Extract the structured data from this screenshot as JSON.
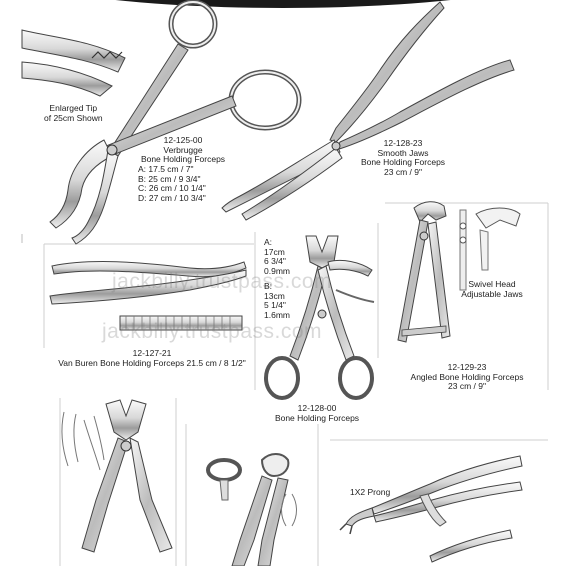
{
  "tip_note": {
    "line1": "Enlarged Tip",
    "line2": "of 25cm Shown"
  },
  "verbrugge": {
    "code": "12-125-00",
    "name1": "Verbrugge",
    "name2": "Bone Holding Forceps",
    "sizes": [
      "A: 17.5 cm  /    7\"",
      "B: 25 cm  /  9 3/4\"",
      "C: 26 cm / 10 1/4\"",
      "D: 27 cm / 10 3/4\""
    ]
  },
  "smooth_jaws": {
    "code": "12-128-23",
    "name1": "Smooth Jaws",
    "name2": "Bone Holding Forceps",
    "size": "23 cm  /  9\""
  },
  "van_buren": {
    "code": "12-127-21",
    "name": "Van Buren Bone Holding Forceps  21.5 cm / 8 1/2\""
  },
  "bone_holding": {
    "code": "12-128-00",
    "name": "Bone Holding Forceps",
    "size_a": [
      "A:",
      "17cm",
      "6 3/4\"",
      "0.9mm"
    ],
    "size_b": [
      "B:",
      "13cm",
      "5 1/4\"",
      "1.6mm"
    ]
  },
  "angled": {
    "code": "12-129-23",
    "name": "Angled Bone Holding Forceps",
    "size": "23 cm / 9\"",
    "swivel1": "Swivel Head",
    "swivel2": "Adjustable Jaws"
  },
  "prong": {
    "label": "1X2 Prong"
  },
  "watermark": {
    "line1": "jackbilly.trustpass.com",
    "line2": "jackbilly.trustpass.com"
  },
  "colors": {
    "steel_light": "#f4f4f4",
    "steel_mid": "#b5b5b5",
    "steel_dark": "#4a4a4a",
    "divider": "#bdbdbd",
    "top_band": "#1a1a1a"
  }
}
